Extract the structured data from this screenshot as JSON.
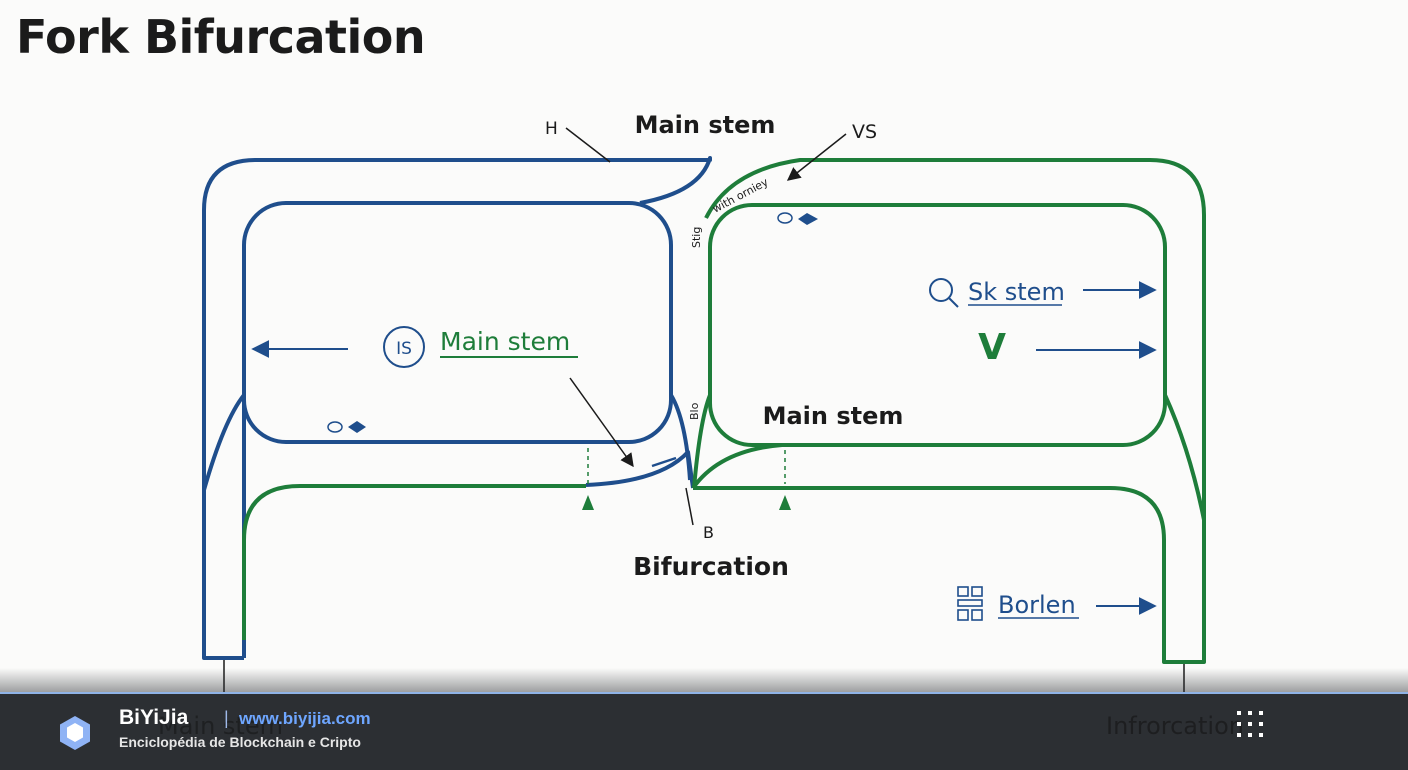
{
  "title": "Fork Bifurcation",
  "colors": {
    "blue": "#1f4e8c",
    "green": "#1e7d3a",
    "text": "#1b1b1b",
    "footer_bg": "#2c2f33",
    "link": "#6ea6ff"
  },
  "diagram": {
    "top_main_stem": "Main stem",
    "top_h": "H",
    "top_vs": "VS",
    "curve_text": "with orniey",
    "vertical_small_top": "Stig",
    "vertical_small_mid": "Blo",
    "left_icon_text": "IS",
    "left_main_stem": "Main stem",
    "right_search_label": "Sk stem",
    "right_v": "V",
    "right_main_stem": "Main stem",
    "marker_b": "B",
    "bifurcation": "Bifurcation",
    "right_borlen": "Borlen"
  },
  "footer": {
    "brand_name": "BiYiJia",
    "separator": "|",
    "url": "www.biyijia.com",
    "tagline": "Enciclopédia de Blockchain e Cripto",
    "ghost_left": "Main stem",
    "ghost_right": "Infrorcation"
  }
}
